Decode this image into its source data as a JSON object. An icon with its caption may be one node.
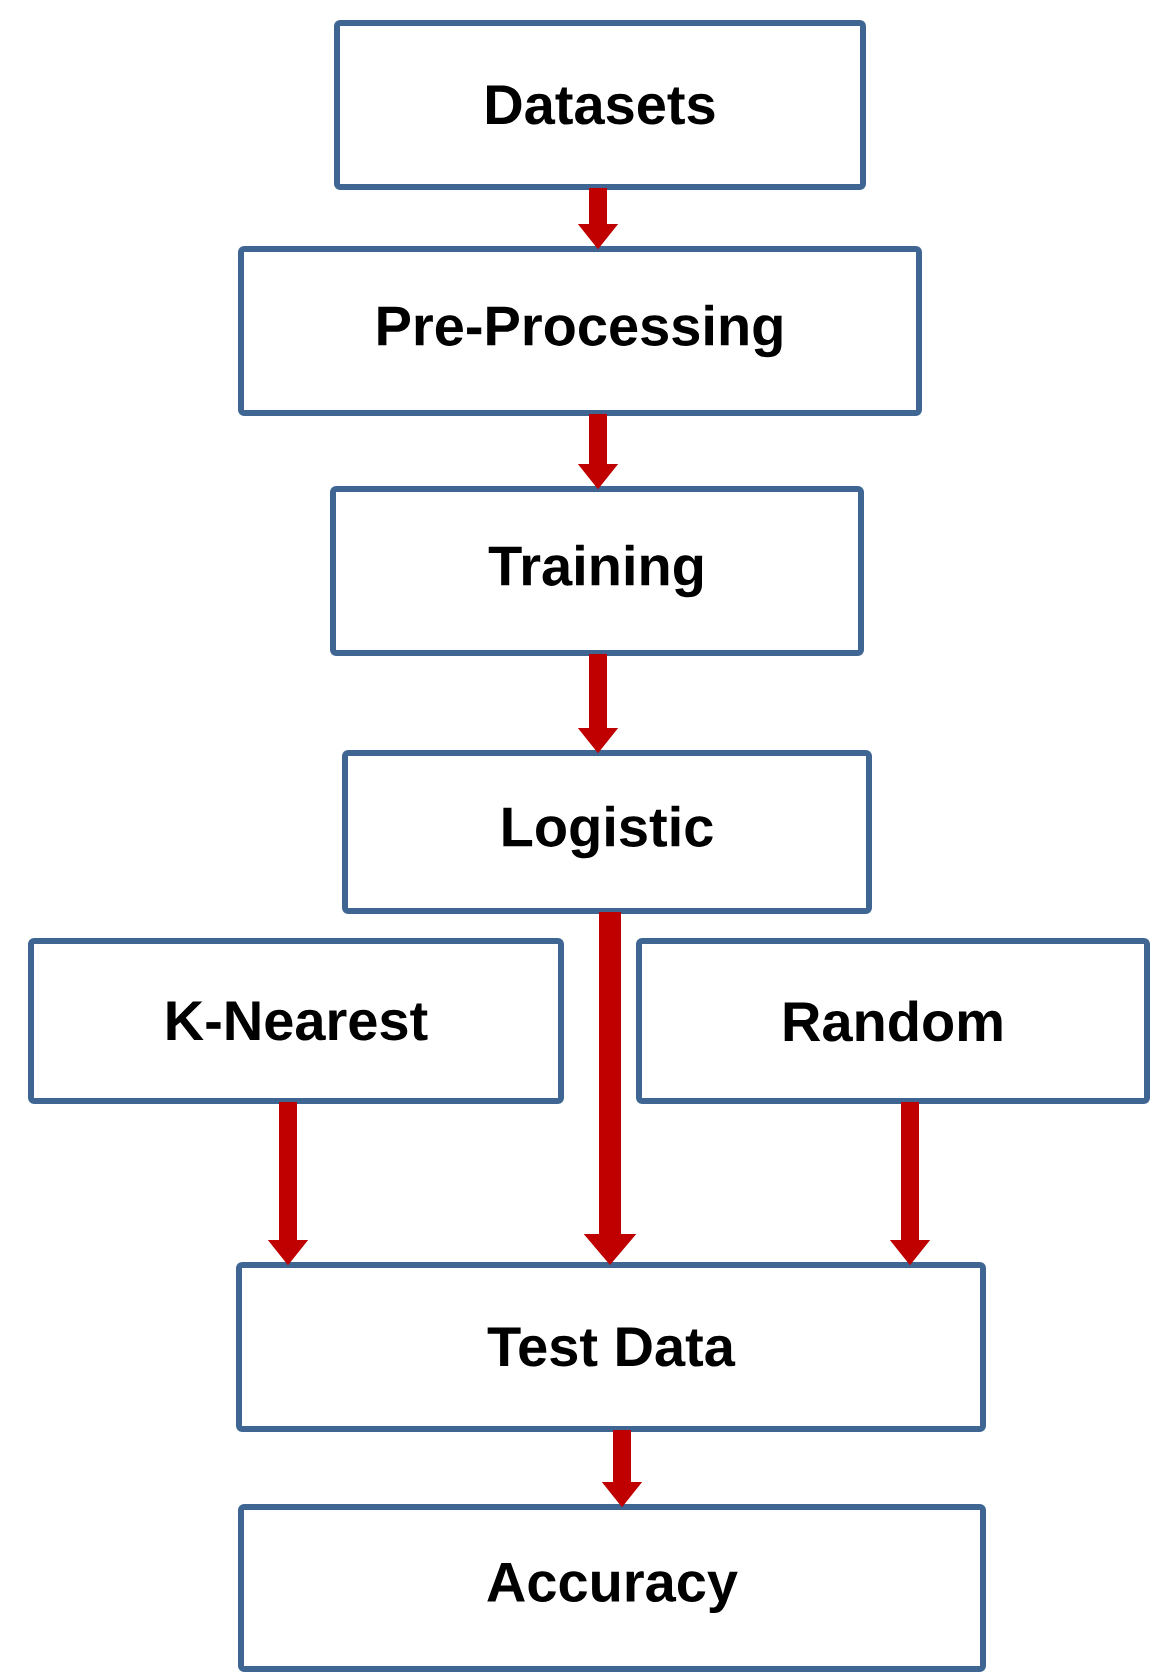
{
  "diagram": {
    "nodes": [
      {
        "text": [
          "Datasets"
        ]
      },
      {
        "text": [
          "Pre-Processing"
        ]
      },
      {
        "text": [
          "Training"
        ]
      },
      {
        "text": [
          "Logistic"
        ]
      },
      {
        "text": [
          "K-Nearest"
        ]
      },
      {
        "text": [
          "Random"
        ]
      },
      {
        "text": [
          "Test Data"
        ]
      },
      {
        "text": [
          "Accuracy"
        ]
      }
    ],
    "edges": [
      {
        "from": 0,
        "to": 1,
        "arrow": "to"
      },
      {
        "from": 1,
        "to": 2,
        "arrow": "to"
      },
      {
        "from": 2,
        "to": 3,
        "arrow": "to"
      },
      {
        "from": 3,
        "to": 6,
        "arrow": "to"
      },
      {
        "from": 4,
        "to": 6,
        "arrow": "to"
      },
      {
        "from": 5,
        "to": 6,
        "arrow": "to"
      },
      {
        "from": 6,
        "to": 7,
        "arrow": "to"
      }
    ]
  }
}
